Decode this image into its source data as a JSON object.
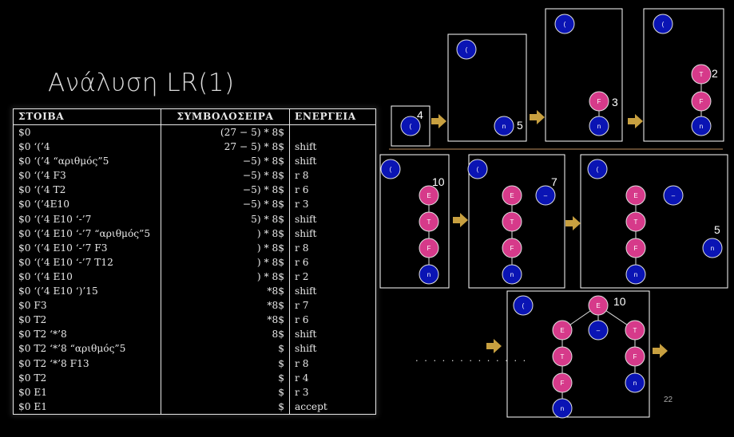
{
  "title": "Ανάλυση LR(1)",
  "table": {
    "headers": [
      "ΣΤΟΙΒΑ",
      "ΣΥΜΒΟΛΟΣΕΙΡΑ",
      "ΕΝΕΡΓΕΙΑ"
    ],
    "rows": [
      [
        "$0",
        "(27 − 5) * 8$",
        ""
      ],
      [
        "$0 ‘(’4",
        "27 − 5) * 8$",
        "shift"
      ],
      [
        "$0 ‘(’4 “αριθμός”5",
        "−5) * 8$",
        "shift"
      ],
      [
        "$0 ‘(’4 F3",
        "−5) * 8$",
        "r 8"
      ],
      [
        "$0 ‘(’4 T2",
        "−5) * 8$",
        "r 6"
      ],
      [
        "$0 ‘(’4E10",
        "−5) * 8$",
        "r 3"
      ],
      [
        "$0 ‘(’4 E10 ‘-’7",
        "5) * 8$",
        "shift"
      ],
      [
        "$0 ‘(’4 E10 ‘-’7 “αριθμός”5",
        ") * 8$",
        "shift"
      ],
      [
        "$0 ‘(’4 E10 ‘-’7 F3",
        ") * 8$",
        "r 8"
      ],
      [
        "$0 ‘(’4 E10 ‘-’7 T12",
        ") * 8$",
        "r 6"
      ],
      [
        "$0 ‘(’4 E10",
        ") * 8$",
        "r 2"
      ],
      [
        "$0 ‘(’4 E10 ‘)’15",
        "*8$",
        "shift"
      ],
      [
        "$0 F3",
        "*8$",
        "r 7"
      ],
      [
        "$0 T2",
        "*8$",
        "r 6"
      ],
      [
        "$0 T2 ‘*’8",
        "8$",
        "shift"
      ],
      [
        "$0 T2 ‘*’8 “αριθμός”5",
        "$",
        "shift"
      ],
      [
        "$0 T2 ‘*’8 F13",
        "$",
        "r 8"
      ],
      [
        "$0 T2",
        "$",
        "r 4"
      ],
      [
        "$0 E1",
        "$",
        "r 3"
      ],
      [
        "$0 E1",
        "$",
        "accept"
      ]
    ]
  },
  "diagram": {
    "node_labels": {
      "paren": "(",
      "n": "n",
      "F": "F",
      "T": "T",
      "E": "E",
      "minus": "–"
    },
    "state_numbers": [
      "4",
      "5",
      "3",
      "2",
      "10",
      "7",
      "5",
      "10"
    ],
    "dots": ". . . . . . . . . . . . .",
    "page_number": "22"
  },
  "colors": {
    "blue_node": "#0a14b4",
    "pink_node": "#d63a8a",
    "arrow": "#c8a040",
    "box_border": "#ffffff",
    "separator": "#c09060"
  }
}
